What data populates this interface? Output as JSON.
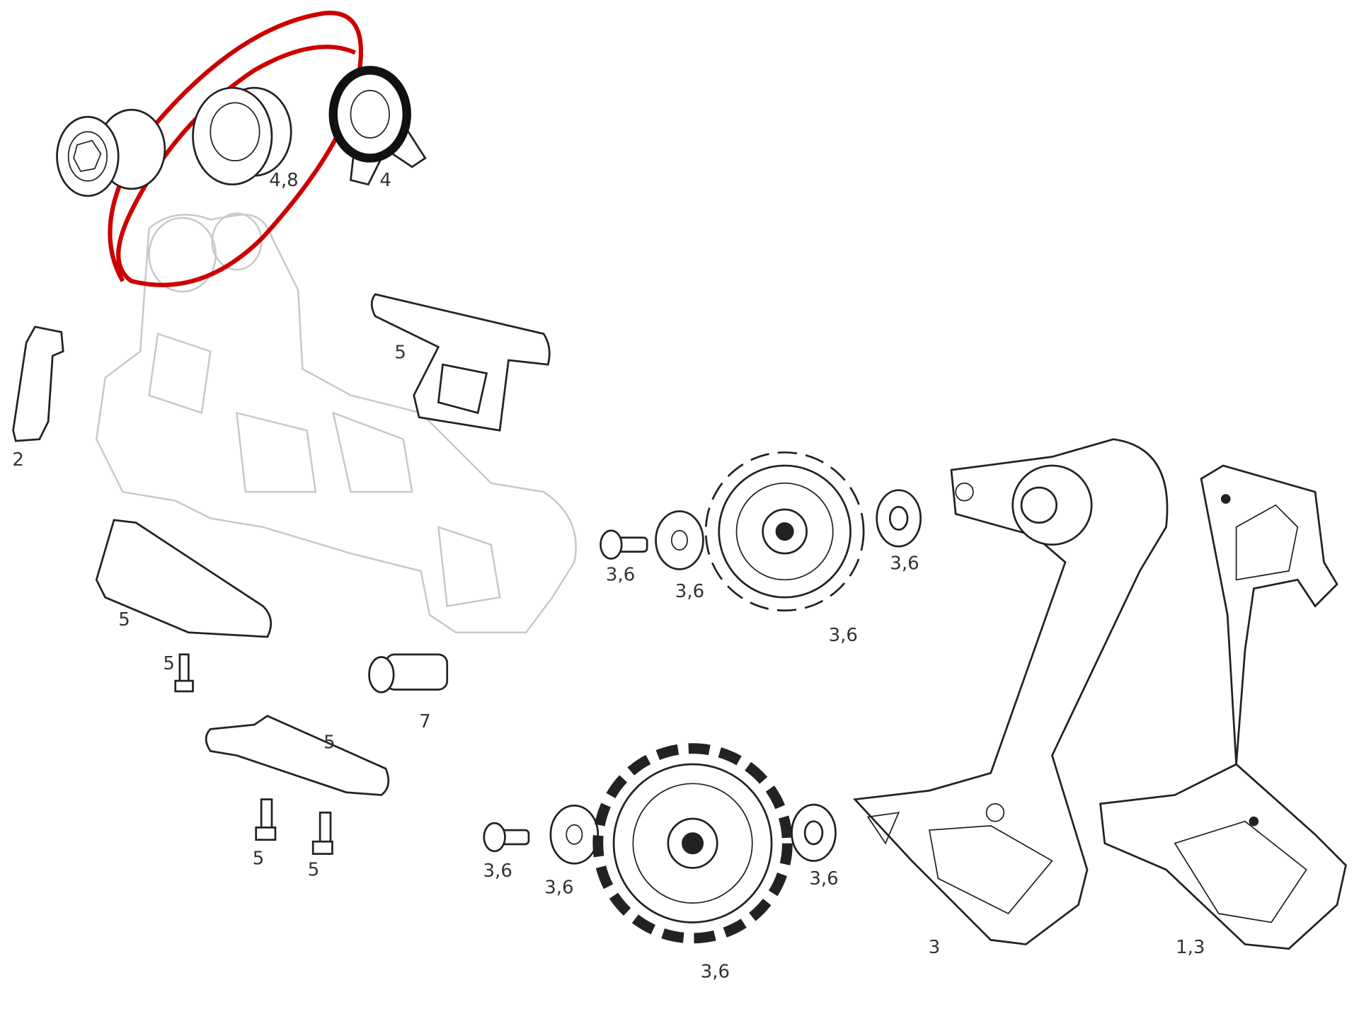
{
  "diagram": {
    "type": "exploded-parts-diagram",
    "highlight_color": "#cc0000",
    "labels": {
      "bolt_bushing": "4,8",
      "b_knuckle_washer": "4",
      "cable_guide_clip": "2",
      "upper_guard": "5",
      "lower_guard": "5",
      "guard_screw": "5",
      "barrel_adjuster": "7",
      "lower_link_cover": "5",
      "cover_screw_a": "5",
      "cover_screw_b": "5",
      "upper_pulley_bolt": "3,6",
      "upper_pulley_washer_out": "3,6",
      "upper_pulley": "3,6",
      "upper_pulley_washer_in": "3,6",
      "lower_pulley_bolt": "3,6",
      "lower_pulley_washer_out": "3,6",
      "lower_pulley_washer_in": "3,6",
      "lower_pulley": "3,6",
      "inner_cage": "3",
      "outer_cage": "1,3"
    }
  }
}
